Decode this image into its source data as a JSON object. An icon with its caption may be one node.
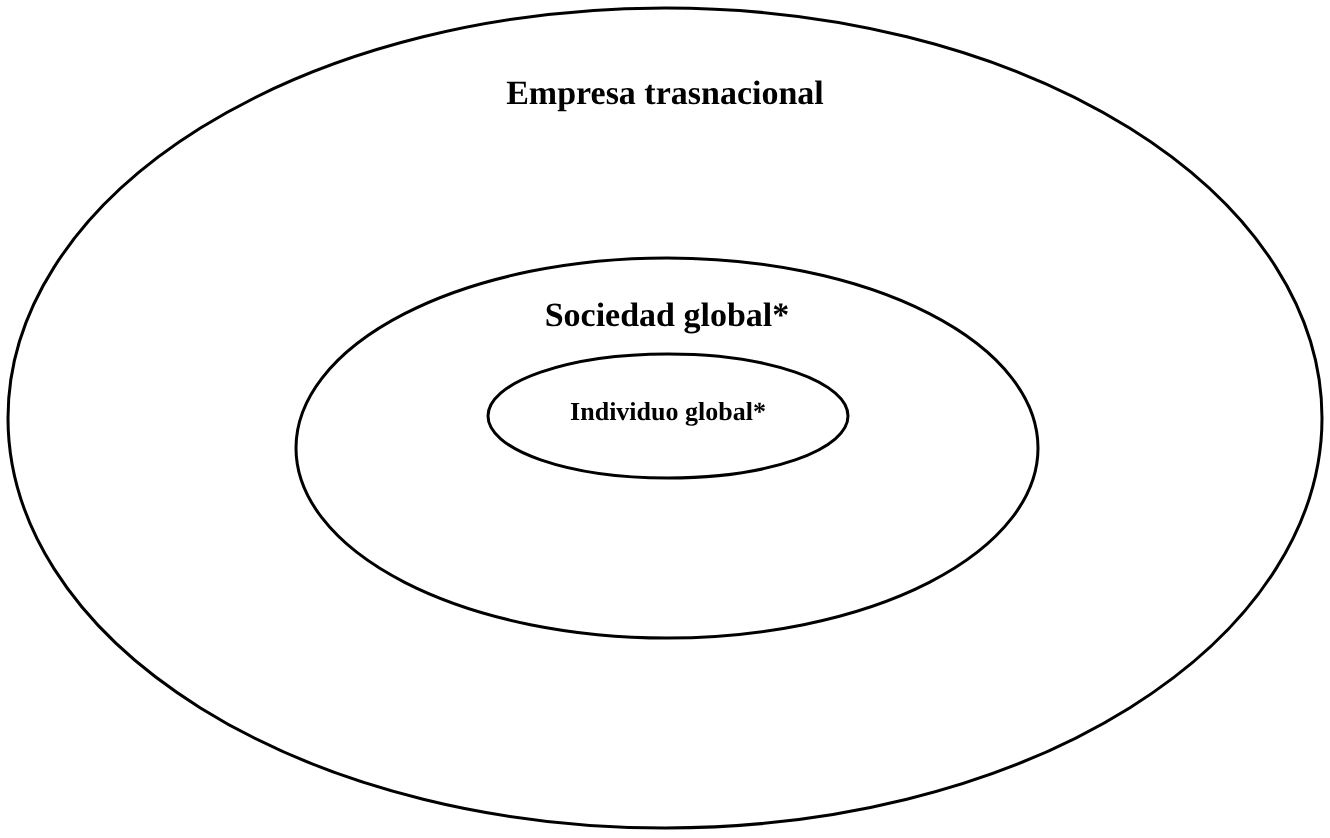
{
  "diagram": {
    "nodes": [
      {
        "text": [
          "Empresa trasnacional"
        ]
      },
      {
        "text": [
          "Sociedad global*"
        ],
        "in": 0
      },
      {
        "text": [
          "Individuo global*"
        ],
        "in": 1
      }
    ]
  }
}
